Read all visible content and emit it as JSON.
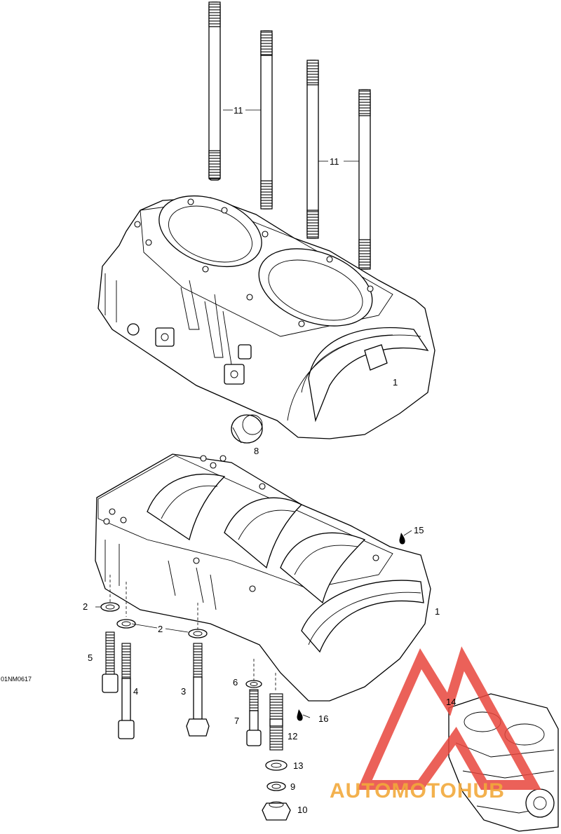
{
  "drawing_ref": "01NM0617",
  "callouts": {
    "c1_top": "1",
    "c1_bottom": "1",
    "c2_left": "2",
    "c2_mid": "2",
    "c3": "3",
    "c4": "4",
    "c5": "5",
    "c6": "6",
    "c7": "7",
    "c8": "8",
    "c9": "9",
    "c10": "10",
    "c11_left": "11",
    "c11_right": "11",
    "c12": "12",
    "c13": "13",
    "c14": "14",
    "c15": "15",
    "c16": "16"
  },
  "watermark": {
    "text": "AUTOMOTOHUB",
    "triangle_color": "#e8453c",
    "text_color": "#f2a93b"
  }
}
